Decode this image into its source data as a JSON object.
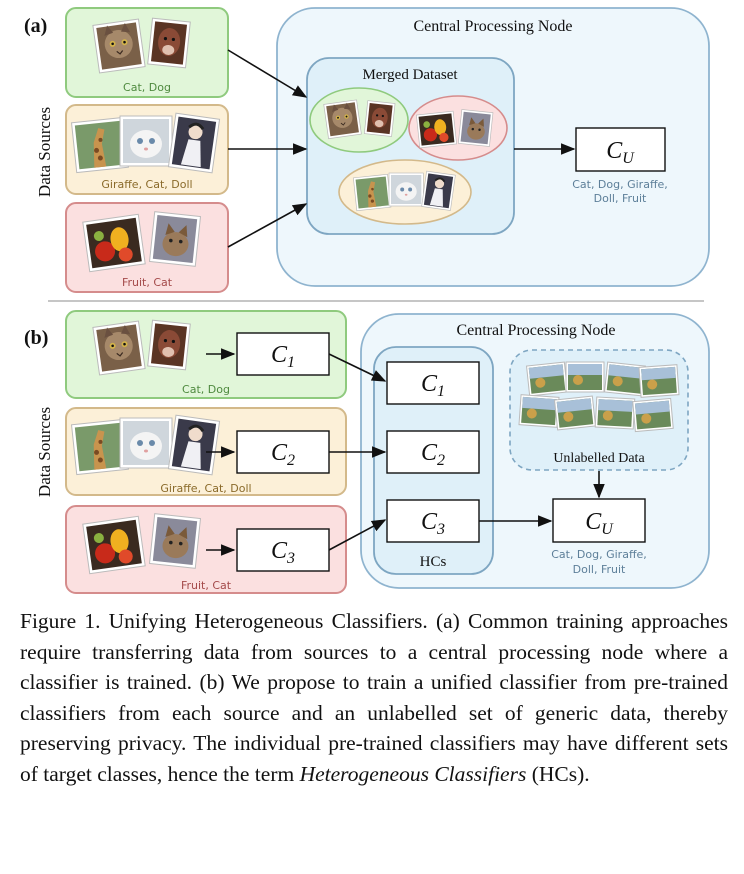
{
  "panel_a": {
    "label": "(a)",
    "side_label": "Data Sources",
    "sources": [
      {
        "caption": "Cat, Dog",
        "color": "#e1f6d9",
        "border": "#8fca7e",
        "text_color": "#4f8a3f"
      },
      {
        "caption": "Giraffe, Cat, Doll",
        "color": "#fcf0d8",
        "border": "#d3b98a",
        "text_color": "#8a6a2a"
      },
      {
        "caption": "Fruit, Cat",
        "color": "#fbe0e0",
        "border": "#d58c8c",
        "text_color": "#a44a4a"
      }
    ],
    "node_title": "Central Processing Node",
    "merged_title": "Merged Dataset",
    "classifier": {
      "name": "C",
      "sub": "U"
    },
    "classifier_classes": [
      "Cat, Dog, Giraffe,",
      "Doll, Fruit"
    ]
  },
  "panel_b": {
    "label": "(b)",
    "side_label": "Data Sources",
    "sources": [
      {
        "caption": "Cat, Dog",
        "clf": {
          "name": "C",
          "sub": "1"
        }
      },
      {
        "caption": "Giraffe, Cat, Doll",
        "clf": {
          "name": "C",
          "sub": "2"
        }
      },
      {
        "caption": "Fruit, Cat",
        "clf": {
          "name": "C",
          "sub": "3"
        }
      }
    ],
    "node_title": "Central Processing Node",
    "hcs_label": "HCs",
    "unlabelled_label": "Unlabelled Data",
    "classifier": {
      "name": "C",
      "sub": "U"
    },
    "classifier_classes": [
      "Cat, Dog, Giraffe,",
      "Doll, Fruit"
    ]
  },
  "colors": {
    "node_fill": "#eef7fc",
    "node_border": "#8fb4cf",
    "class_text": "#5d7f99"
  },
  "caption": {
    "lead": "Figure 1. Unifying Heterogeneous Classifiers. (a) Common training approaches require transferring data from sources to a central processing node where a classifier is trained. (b) We propose to train a unified classifier from pre-trained classifiers from each source and an unlabelled set of generic data, thereby preserving privacy. The individual pre-trained classifiers may have different sets of target classes, hence the term ",
    "emph": "Heterogeneous Classifiers",
    "tail": " (HCs)."
  }
}
